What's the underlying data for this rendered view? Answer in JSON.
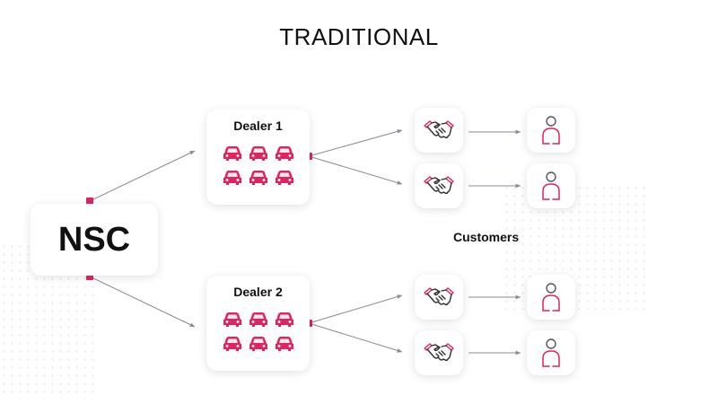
{
  "title": "TRADITIONAL",
  "nsc": {
    "label": "NSC"
  },
  "dealers": [
    {
      "label": "Dealer 1",
      "cars": 6
    },
    {
      "label": "Dealer 2",
      "cars": 6
    }
  ],
  "customers_label": "Customers",
  "icons": {
    "car": "car-icon",
    "handshake": "handshake-icon",
    "customer": "person-icon"
  },
  "colors": {
    "accent": "#e0245e",
    "arrow": "#8a8a96",
    "text": "#111111",
    "card_bg": "#ffffff"
  }
}
